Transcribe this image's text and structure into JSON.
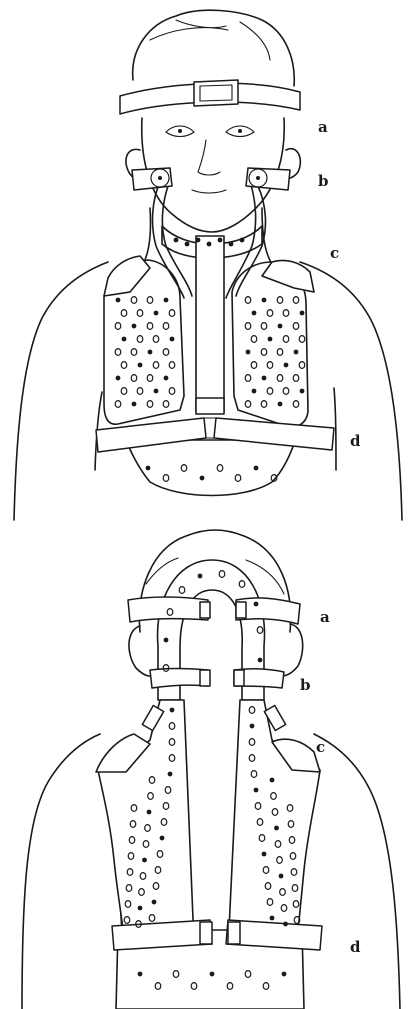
{
  "front_view": {
    "labels": {
      "a": "a",
      "b": "b",
      "c": "c",
      "d": "d"
    }
  },
  "back_view": {
    "labels": {
      "a": "a",
      "b": "b",
      "c": "c",
      "d": "d"
    }
  },
  "colors": {
    "ink": "#1a1a1a",
    "background": "#ffffff"
  }
}
